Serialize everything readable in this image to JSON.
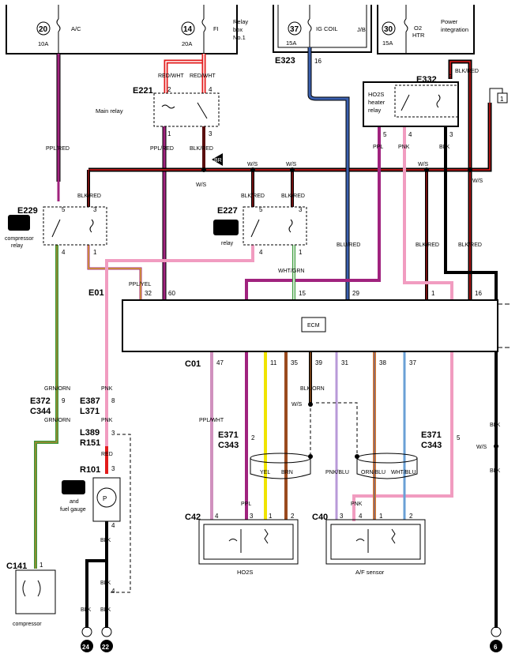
{
  "fuses": {
    "ac": {
      "num": "20",
      "name": "A/C",
      "amp": "10A"
    },
    "fi": {
      "num": "14",
      "name": "FI",
      "amp": "20A"
    },
    "ig_coil": {
      "num": "37",
      "name": "IG COIL",
      "amp": "15A"
    },
    "o2_htr": {
      "num": "30",
      "name": "O2",
      "name2": "HTR",
      "amp": "15A"
    }
  },
  "boxes": {
    "relay_box": [
      "Relay",
      "box",
      "No.1"
    ],
    "jb": "J/B",
    "power_integration": [
      "Power",
      "integration"
    ]
  },
  "connectors": {
    "e323": "E323",
    "e221": "E221",
    "e332": "E332",
    "e229": "E229",
    "e227": "E227",
    "e01": "E01",
    "c01": "C01",
    "e372": "E372",
    "c344": "C344",
    "e387": "E387",
    "l371": "L371",
    "l389": "L389",
    "r151": "R151",
    "r101": "R101",
    "e371a": "E371",
    "c343a": "C343",
    "e371b": "E371",
    "c343b": "C343",
    "c42": "C42",
    "c40": "C40",
    "c141": "C141"
  },
  "components": {
    "main_relay": "Main relay",
    "ho2s_relay": [
      "HO2S",
      "heater",
      "relay"
    ],
    "compressor_relay": [
      "compressor",
      "relay"
    ],
    "relay": "relay",
    "ecm": "ECM",
    "fuel_pump": [
      "and",
      "fuel gauge"
    ],
    "ho2s": "HO2S",
    "af_sensor": "A/F sensor",
    "compressor": "compressor",
    "br": "BR"
  },
  "wires": {
    "red_wht": "RED/WHT",
    "ppl_red": "PPL/RED",
    "blk_red": "BLK/RED",
    "ws": "W/S",
    "blu_red": "BLU/RED",
    "ppl": "PPL",
    "pnk": "PNK",
    "blk": "BLK",
    "ppl_yel": "PPL/YEL",
    "wht_grn": "WHT/GRN",
    "grn_orn": "GRN/ORN",
    "red": "RED",
    "ppl_wht": "PPL/WHT",
    "blk_orn": "BLK/ORN",
    "yel": "YEL",
    "brn": "BRN",
    "pnk_blu": "PNK/BLU",
    "orn_blu": "ORN/BLU",
    "wht_blu": "WHT/BLU"
  },
  "pins": {
    "p1": "1",
    "p2": "2",
    "p3": "3",
    "p4": "4",
    "p5": "5",
    "p8": "8",
    "p9": "9",
    "p11": "11",
    "p15": "15",
    "p16": "16",
    "p29": "29",
    "p31": "31",
    "p32": "32",
    "p35": "35",
    "p37": "37",
    "p38": "38",
    "p39": "39",
    "p47": "47",
    "p60": "60"
  },
  "grounds": {
    "g24": "24",
    "g22": "22",
    "g6": "6"
  },
  "offpage": "1",
  "colors": {
    "ppl": "#a0237e",
    "red": "#e21b1b",
    "blu": "#3a5fae",
    "pnk": "#f19cc0",
    "grn": "#3a9a3a",
    "yel": "#f0e400",
    "brn": "#9a4a1e",
    "orn": "#e07a2a",
    "wht_blu": "#6aa0d6",
    "pnk_blu": "#b89ad8",
    "blk": "#000000",
    "blk_red": "#5a0f0f"
  }
}
